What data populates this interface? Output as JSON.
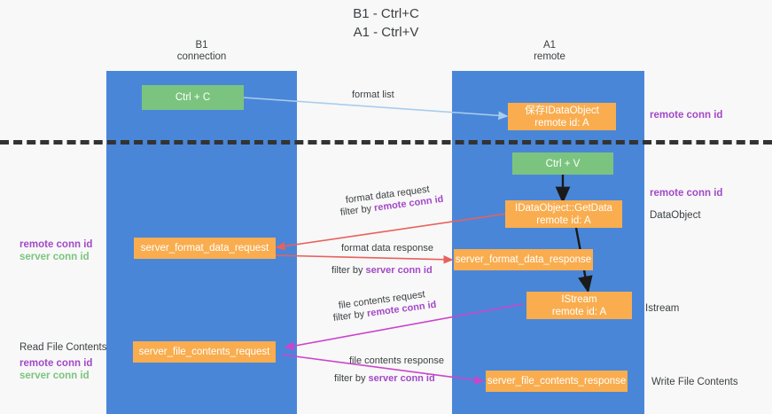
{
  "title": "B1 - Ctrl+C\nA1 - Ctrl+V",
  "columns": {
    "left": {
      "header": "B1\nconnection"
    },
    "right": {
      "header": "A1\nremote"
    }
  },
  "boxes": {
    "ctrl_c": "Ctrl + C",
    "ctrl_v": "Ctrl + V",
    "save_dataobject": "保存IDataObject\nremote id: A",
    "getdata": "IDataObject::GetData\nremote id: A",
    "istream": "IStream\nremote id: A",
    "server_format_data_request": "server_format_data_request",
    "server_format_data_response": "server_format_data_response",
    "server_file_contents_request": "server_file_contents_request",
    "server_file_contents_response": "server_file_contents_response"
  },
  "flows": {
    "format_list": "format list",
    "format_data_request": "format data request",
    "format_data_request_filter_prefix": "filter by ",
    "format_data_request_filter_key": "remote conn id",
    "format_data_response": "format data response",
    "format_data_response_filter_prefix": "filter by ",
    "format_data_response_filter_key": "server conn id",
    "file_contents_request": "file contents request",
    "file_contents_request_filter_prefix": "filter by ",
    "file_contents_request_filter_key": "remote conn id",
    "file_contents_response": "file contents response",
    "file_contents_response_filter_prefix": "filter by ",
    "file_contents_response_filter_key": "server conn id"
  },
  "annotations": {
    "right_remote_conn_id_1": "remote conn id",
    "right_remote_conn_id_2": "remote conn id",
    "right_dataobject": "DataObject",
    "right_istream": "Istream",
    "right_write_file_contents": "Write File Contents",
    "left_remote_conn_id": "remote conn id",
    "left_server_conn_id": "server conn id",
    "left_read_file_contents": "Read File Contents",
    "left_remote_conn_id_2": "remote conn id",
    "left_server_conn_id_2": "server conn id"
  },
  "colors": {
    "lane": "#4a86d8",
    "green_box": "#7bc47f",
    "orange_box": "#f9ad4f",
    "purple_text": "#a349c7",
    "green_text": "#7bc47f",
    "arrow_light_blue": "#a8cdec",
    "arrow_red": "#e8615c",
    "arrow_magenta": "#c council",
    "arrow_black": "#1a1a1a",
    "background": "#f8f8f8"
  }
}
